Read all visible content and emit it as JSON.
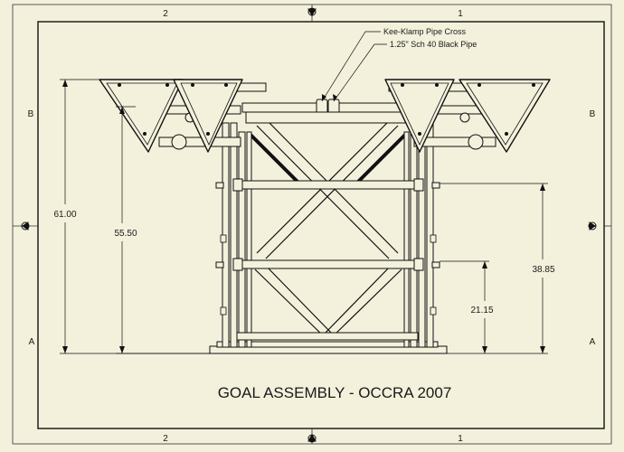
{
  "drawing": {
    "title": "GOAL ASSEMBLY - OCCRA 2007",
    "zones": {
      "top": [
        "2",
        "1"
      ],
      "bottom": [
        "2",
        "1"
      ],
      "left": [
        "B",
        "A"
      ],
      "right": [
        "B",
        "A"
      ]
    },
    "callouts": {
      "pipe_cross": "Kee-Klamp Pipe Cross",
      "black_pipe": "1.25\" Sch 40 Black Pipe"
    },
    "dimensions": {
      "overall_height": "61.00",
      "frame_height": "55.50",
      "upper_bar_height": "38.85",
      "lower_bar_height": "21.15"
    }
  }
}
